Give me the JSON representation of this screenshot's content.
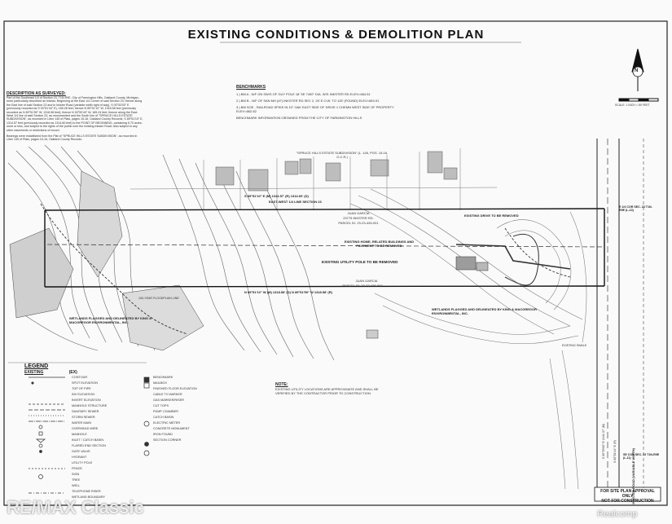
{
  "title": "EXISTING CONDITIONS & DEMOLITION PLAN",
  "notes_left": {
    "heading": "DESCRIPTION AS SURVEYED:",
    "body": "Part of the Southeast 1/4 of Section 23, T1N-R9E, City of Farmington Hills, Oakland County, Michigan, more particularly described as follows: Beginning at the East 1/4 Corner of said Section 23; thence along the East line of said Section 23 and in Inkster Road (variable width right of way), S 00°53'00\" E (previously recorded as S 00°51'44\" E), 189.28 feet; thence N 89°51'10\" W, 1318.58 feet (previously recorded as N 89°51'59\" W, 1318.58 feet); thence N 00°59'40\" W, 189.24 feet; thence along the East-West 1/4 line of said Section 23, as monumented and the South line of \"SPRUCE HILLS ESTATE SUBDIVISION\", as recorded in Liber 145 of Plats, pages 15-16, Oakland County Records, S 89°51'10\" E, 1314.57 feet (previously recorded as 1314.60 feet) to the POINT OF BEGINNING, containing 5.70 acres, more or less, and subject to the rights of the public over the existing Inkster Road. Also subject to any other easements or restrictions of record.",
    "basis": "Bearings were established from the Plat of \"SPRUCE HILLS ESTATE SUBDIVISION\", as recorded in Liber 145 of Plats, pages 15-16, Oakland County Records."
  },
  "benchmarks": {
    "heading": "BENCHMARKS",
    "items": [
      "1.) BM A - N/F ON SW/S OF GUY POLE 18' SE 7400\" DIA. W/S INKSTER RD ELEV=664.51",
      "2.) BM B - N/F OF SAN MH (#7) INKSTER RD SEC 2, 25' E.O.W. TO 125' (FOUND) ELEV=663.91",
      "3.) BM SOE - RAILROAD SPIKE IN 10\" OAK EAST SIDE OF DRIVE 1 CHEMN WEST SIDE OF PROPERTY ELEV=662.82"
    ],
    "footer": "BENCHMARK INFORMATION OBTAINED FROM THE CITY OF FARMINGTON HILLS"
  },
  "plan_labels": {
    "subdivision": "\"SPRUCE HILLS ESTATE SUBDIVISION\" (L. 145, PGS. 15-16, O.C.R.)",
    "north_line": "S 89°51'10\" E (M) 1314.57' (R) 1314.60' (D)",
    "quarter_line": "EAST-WEST 1/4 LINE SECTION 23",
    "owner_top": "JUAN GARCIA",
    "address": "23775 INKSTER RD.",
    "parcel_top": "PARCEL ID: 23-23-426-001",
    "drive_removed": "EXISTING DRIVE TO BE REMOVED",
    "house_removed": "EXISTING HOME, RELATED BUILDINGS AND PAVEMENT TO BE REMOVED",
    "utility_pole": "EXISTING UTILITY POLE TO BE REMOVED",
    "owner_bottom": "JUAN GARCIA",
    "parcel_bottom": "PARCEL ID: 23-23-426-002",
    "south_line": "N 89°51'10\" W (M) 1318.58' (D) N 89°51'59\" W 1318.58' (R)",
    "floodplain": "100-YEAR FLOODPLAIN LINE",
    "wetlands_left": "WETLANDS FLAGGED AND DELINEATED BY KING & MACGREGOR ENVIRONMENTAL, INC.",
    "wetlands_right": "WETLANDS FLAGGED AND DELINEATED BY KING & MACGREGOR ENVIRONMENTAL, INC.",
    "east_corner": "E 1/4 COR SEC. 23 T1N-R9E (L-10)",
    "se_corner": "SE COR SEC. 23 T1N-R9E (L-11)",
    "inkster_road": "INKSTER ROAD (VARIABLE WIDTH)",
    "road_bearing": "S 00°53'00\" E 2441.37' (M)",
    "road_bearing_2": "S 00°51'44\" E (R)",
    "swale": "EXISTING SWALE"
  },
  "legend": {
    "title": "LEGEND",
    "existing_header": "EXISTING",
    "existing_suffix": "(EX)",
    "col1": [
      "CONTOUR",
      "SPOT ELEVATION",
      "TOP OF PIPE",
      "INV ELEVATION",
      "INVERT ELEVATION",
      "MANHOLE STRUCTURE",
      "SANITARY SEWER",
      "STORM SEWER",
      "WATER MAIN",
      "OVERHEAD WIRE",
      "MANHOLE",
      "INLET / CATCH BASIN",
      "FLARED END SECTION",
      "GATE VALVE",
      "HYDRANT",
      "UTILITY POLE",
      "FENCE",
      "SIGN",
      "TREE",
      "WELL",
      "TELEPHONE RISER",
      "WETLAND BOUNDARY"
    ],
    "col2": [
      "BENCHMARK",
      "MAILBOX",
      "FINISHED FLOOR ELEVATION",
      "CABLE TV MARKER",
      "GAS MARKER/RISER",
      "CUT TOPS",
      "PUMP CHAMBER",
      "CATCH BASIN",
      "ELECTRIC METER",
      "CONCRETE MONUMENT",
      "IRON FOUND",
      "SECTION CORNER"
    ]
  },
  "note": {
    "heading": "NOTE:",
    "text": "EXISTING UTILITY LOCATIONS ARE APPROXIMATE AND SHALL BE VERIFIED BY THE CONTRACTOR PRIOR TO CONSTRUCTION."
  },
  "approval_stamp": {
    "line1": "FOR SITE PLAN APPROVAL ONLY",
    "line2": "NOT FOR CONSTRUCTION"
  },
  "scale_text": "SCALE: 1 INCH = 50 FEET",
  "north_arrow_label": "N",
  "watermarks": {
    "left": "RE/MAX Classic",
    "right": "Realcomp"
  }
}
